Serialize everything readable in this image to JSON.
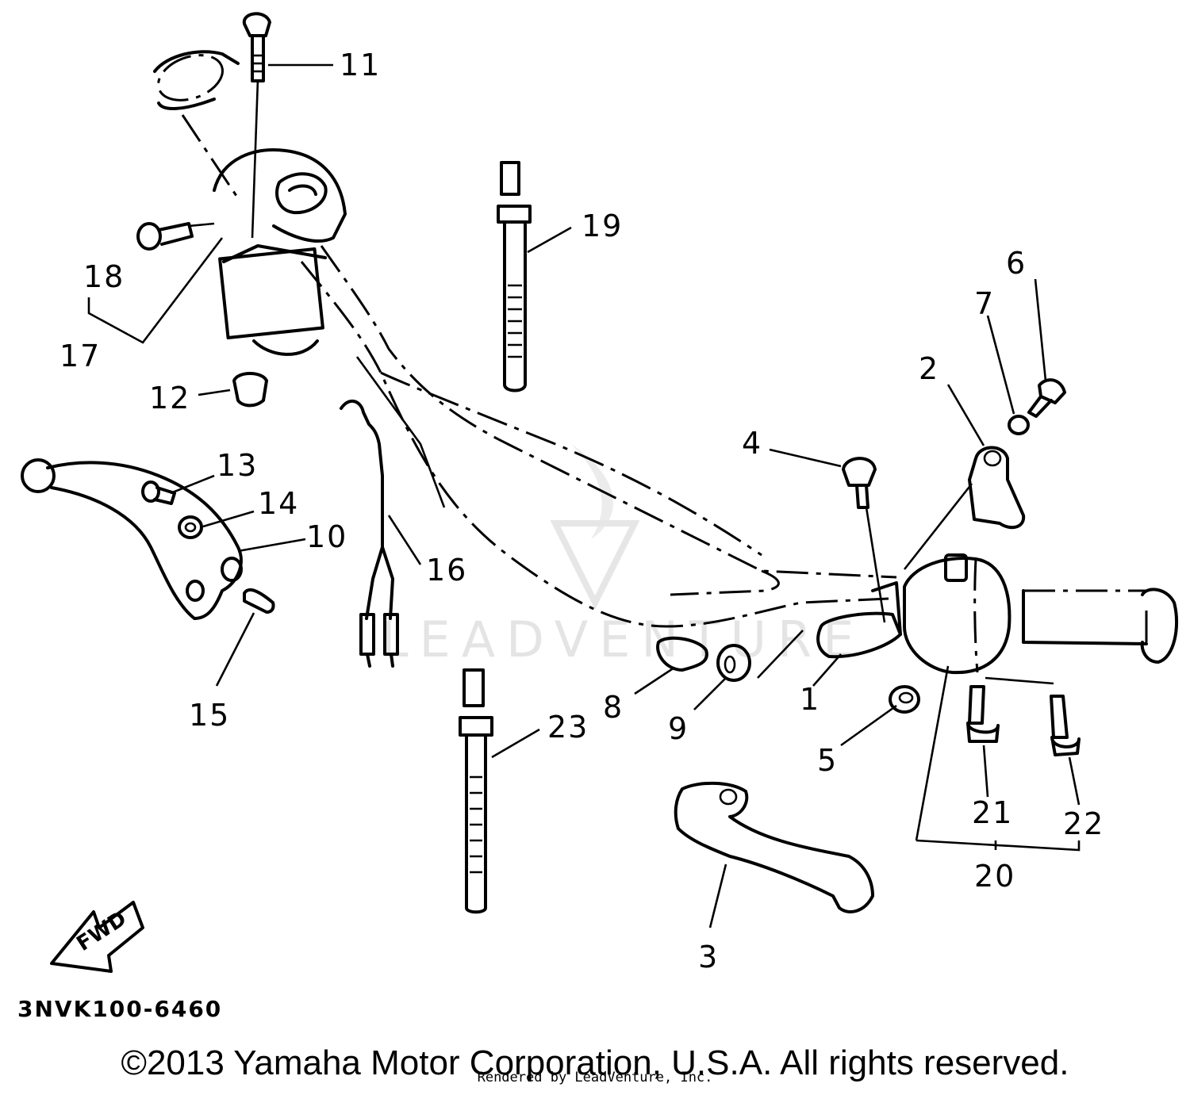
{
  "diagram": {
    "code": "3NVK100-6460",
    "fwd_label": "FWD",
    "watermark": "LEADVENTURE"
  },
  "callouts": [
    "1",
    "2",
    "3",
    "4",
    "5",
    "6",
    "7",
    "8",
    "9",
    "10",
    "11",
    "12",
    "13",
    "14",
    "15",
    "16",
    "17",
    "18",
    "19",
    "20",
    "21",
    "22",
    "23"
  ],
  "footer": {
    "copyright": "©2013 Yamaha Motor Corporation, U.S.A. All rights reserved.",
    "rendered_by": "Rendered by LeadVenture, Inc."
  }
}
